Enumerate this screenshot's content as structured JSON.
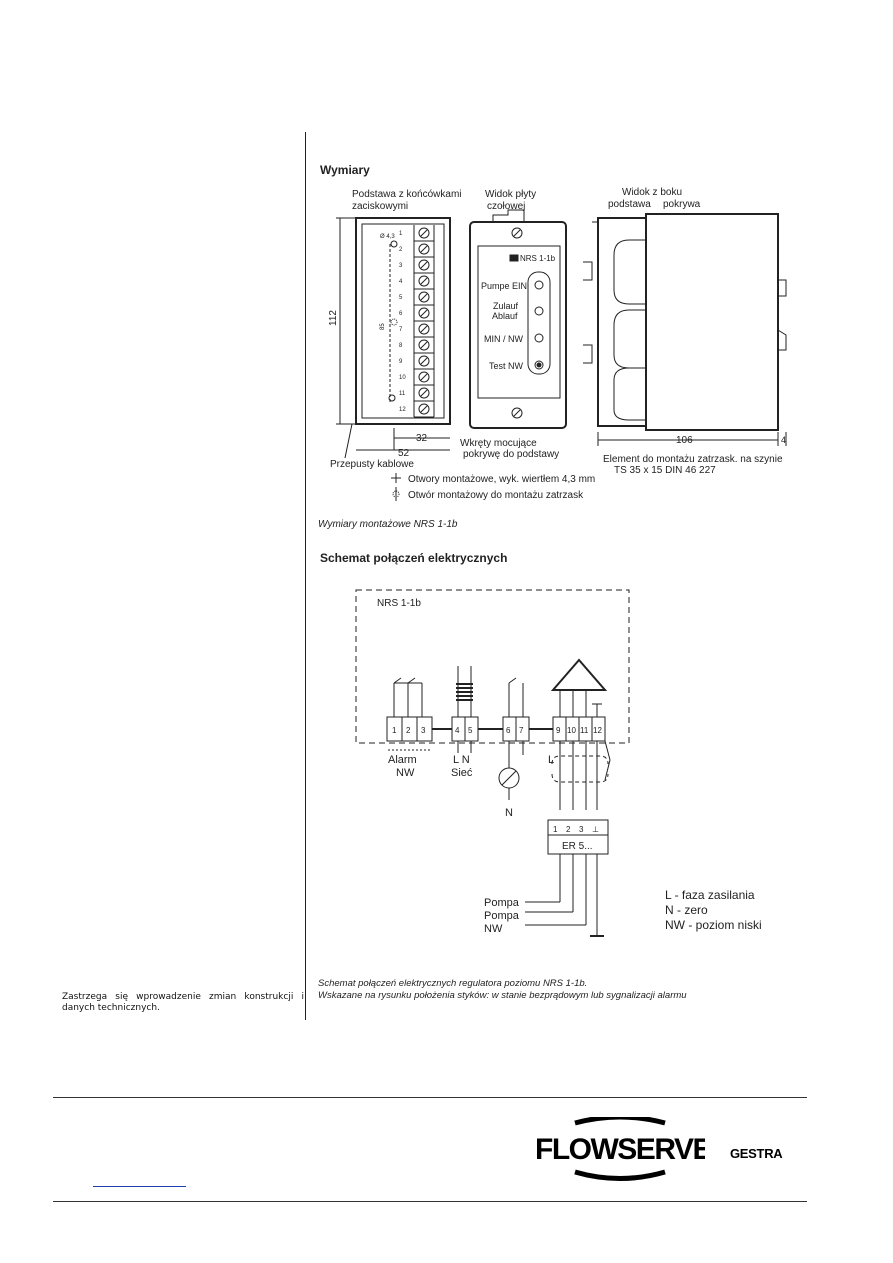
{
  "dimensions": {
    "title": "Wymiary",
    "base_label": [
      "Podstawa z końcówkami",
      "zaciskowymi"
    ],
    "front_label": [
      "Widok płyty",
      "czołowej"
    ],
    "side_label": "Widok z boku",
    "side_base": "podstawa",
    "side_cover": "pokrywa",
    "dim_112": "112",
    "dim_32": "32",
    "dim_52": "52",
    "dim_106": "106",
    "dim_4": "4",
    "dim_hole": "Ø 4,3",
    "dim_85": "85",
    "terminals": [
      "1",
      "2",
      "3",
      "4",
      "5",
      "6",
      "7",
      "8",
      "9",
      "10",
      "11",
      "12"
    ],
    "device_label": "NRS 1-1b",
    "front_labels": [
      "Pumpe EIN",
      "Zulauf",
      "Ablauf",
      "MIN / NW",
      "Test NW"
    ],
    "screws_label": [
      "Wkręty mocujące",
      "pokrywę do podstawy"
    ],
    "cable_label": "Przepusty kablowe",
    "rail_label": [
      "Element do montażu zatrzask. na szynie",
      "TS 35 x 15 DIN 46 227"
    ],
    "legend_holes": "Otwory montażowe, wyk. wiertłem 4,3 mm",
    "legend_snap": "Otwór montażowy do montażu zatrzask",
    "caption": "Wymiary montażowe NRS 1-1b"
  },
  "wiring": {
    "title": "Schemat połączeń elektrycznych",
    "box_label": "NRS 1-1b",
    "terminals_a": [
      "1",
      "2",
      "3"
    ],
    "terminals_b": [
      "4",
      "5"
    ],
    "terminals_c": [
      "6",
      "7"
    ],
    "terminals_d": [
      "9",
      "10",
      "11",
      "12"
    ],
    "alarm": [
      "Alarm",
      "NW"
    ],
    "ln": "L  N",
    "siec": "Sieć",
    "l_right": "L",
    "n_label": "N",
    "er_terminals": [
      "1",
      "2",
      "3",
      "⊥"
    ],
    "er_label": "ER 5...",
    "pompa1": "Pompa",
    "pompa2": "Pompa",
    "nw": "NW",
    "legend": [
      "L - faza zasilania",
      "N - zero",
      "NW - poziom niski"
    ],
    "caption1": "Schemat połączeń elektrycznych regulatora poziomu NRS 1-1b.",
    "caption2": "Wskazane na rysunku położenia styków: w stanie bezprądowym lub sygnalizacji alarmu"
  },
  "note": "Zastrzega się wprowadzenie zmian konstrukcji i danych technicznych.",
  "footer": {
    "brand": "FLOWSERVE",
    "brand_sub": "GESTRA"
  }
}
